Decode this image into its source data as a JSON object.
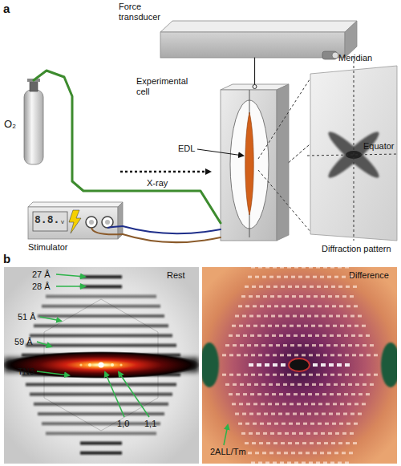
{
  "diagram": {
    "nodes": [
      {
        "text": [
          "Force transducer"
        ]
      },
      {
        "text": [
          "Experimental cell"
        ]
      },
      {
        "text": [
          "8.8.",
          "v",
          "Stimulator"
        ]
      },
      {
        "text": [
          "O₂"
        ]
      },
      {
        "text": [
          "Meridian",
          "Equator",
          "Diffraction pattern"
        ]
      },
      {
        "text": [
          "Rest"
        ]
      },
      {
        "text": [
          "Difference"
        ]
      }
    ],
    "edges": [
      {
        "from": 0,
        "to": 1,
        "arrow": "none"
      },
      {
        "from": 3,
        "to": 1,
        "arrow": "none"
      },
      {
        "from": 2,
        "to": 1,
        "arrow": "none"
      },
      {
        "from": 2,
        "to": 1,
        "arrow": "none"
      },
      {
        "from": 1,
        "to": 4,
        "arrow": "none"
      }
    ],
    "labels": [
      "a",
      "X-ray",
      "EDL",
      "b",
      "27 Å",
      "28 Å",
      "51 Å",
      "59 Å",
      "TN3",
      "1,0",
      "1,1",
      "2ALL/Tm"
    ]
  }
}
